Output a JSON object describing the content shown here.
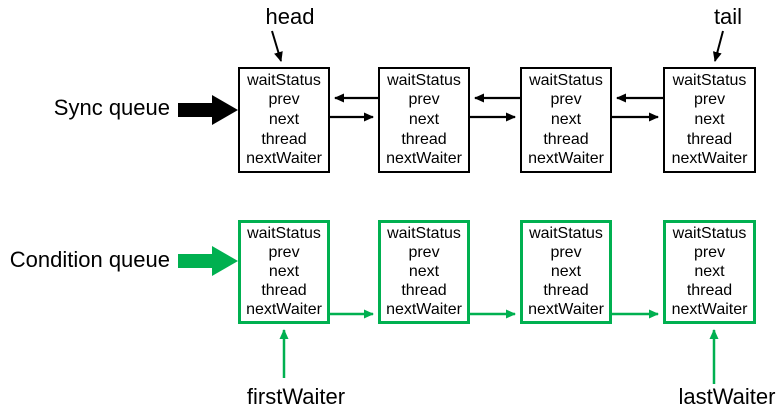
{
  "node_fields": [
    "waitStatus",
    "prev",
    "next",
    "thread",
    "nextWaiter"
  ],
  "sync_queue": {
    "label": "Sync queue",
    "head_pointer_label": "head",
    "tail_pointer_label": "tail",
    "node_count": 4
  },
  "condition_queue": {
    "label": "Condition queue",
    "first_waiter_label": "firstWaiter",
    "last_waiter_label": "lastWaiter",
    "node_count": 4
  },
  "colors": {
    "sync_queue": "#000000",
    "condition_queue": "#00B050",
    "text": "#000000",
    "background": "#ffffff"
  }
}
